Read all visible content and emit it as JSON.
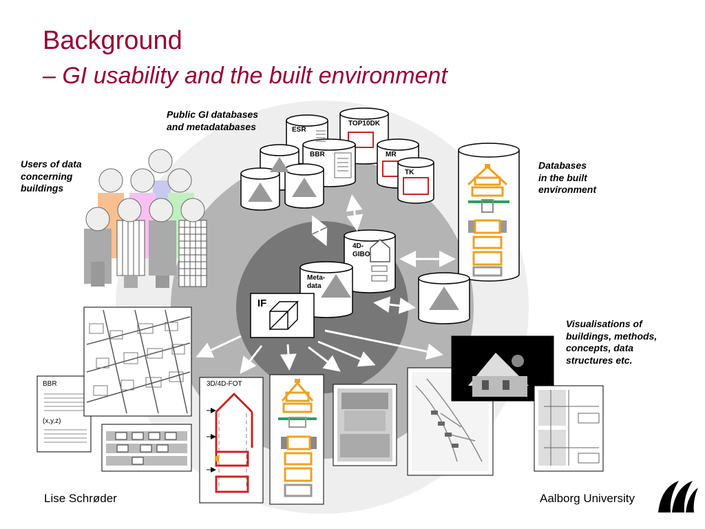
{
  "slide": {
    "title": "Background",
    "subtitle": "– GI usability and the built environment"
  },
  "labels": {
    "users": [
      "Users of data",
      "concerning",
      "buildings"
    ],
    "public_db": [
      "Public GI databases",
      "and metadatabases"
    ],
    "built_db": [
      "Databases",
      "in the built",
      "environment"
    ],
    "visualisations": [
      "Visualisations of",
      "buildings, methods,",
      "concepts, data",
      "structures etc."
    ]
  },
  "databases": {
    "esr": "ESR",
    "top10dk": "TOP10DK",
    "bbr": "BBR",
    "mr": "MR",
    "tk": "TK",
    "gibo_line1": "4D-",
    "gibo_line2": "GIBO",
    "meta_line1": "Meta-",
    "meta_line2": "data",
    "if": "IF"
  },
  "documents": {
    "bbr_doc_title": "BBR",
    "bbr_doc_coords": "(x,y,z)",
    "fot_title": "3D/4D-FOT"
  },
  "footer": {
    "author": "Lise Schrøder",
    "institution": "Aalborg University"
  },
  "colors": {
    "title": "#990033",
    "orange": "#f0a020",
    "red": "#cc2222",
    "green": "#2e9e5e"
  }
}
